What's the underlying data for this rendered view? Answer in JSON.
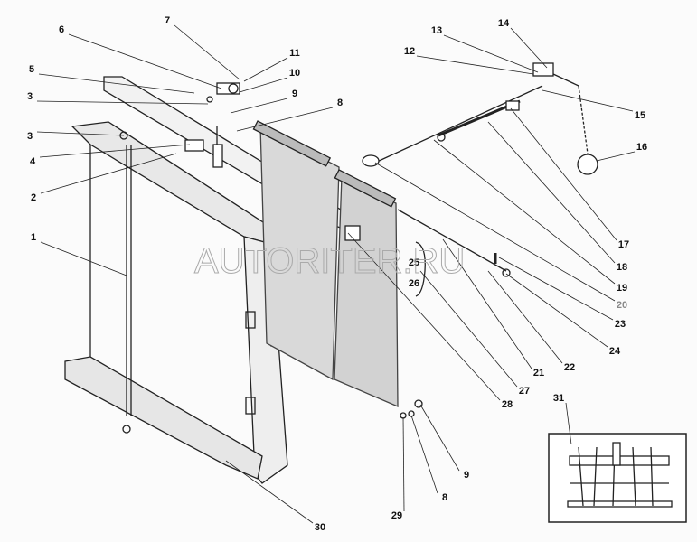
{
  "watermark": "AUTORITER.RU",
  "callouts": [
    "7",
    "6",
    "11",
    "10",
    "5",
    "9",
    "3",
    "8",
    "3",
    "4",
    "2",
    "1",
    "14",
    "13",
    "12",
    "15",
    "16",
    "17",
    "18",
    "19",
    "20",
    "23",
    "24",
    "22",
    "21",
    "27",
    "28",
    "25",
    "26",
    "31",
    "9",
    "8",
    "29",
    "30"
  ],
  "inset_label_index": 29
}
